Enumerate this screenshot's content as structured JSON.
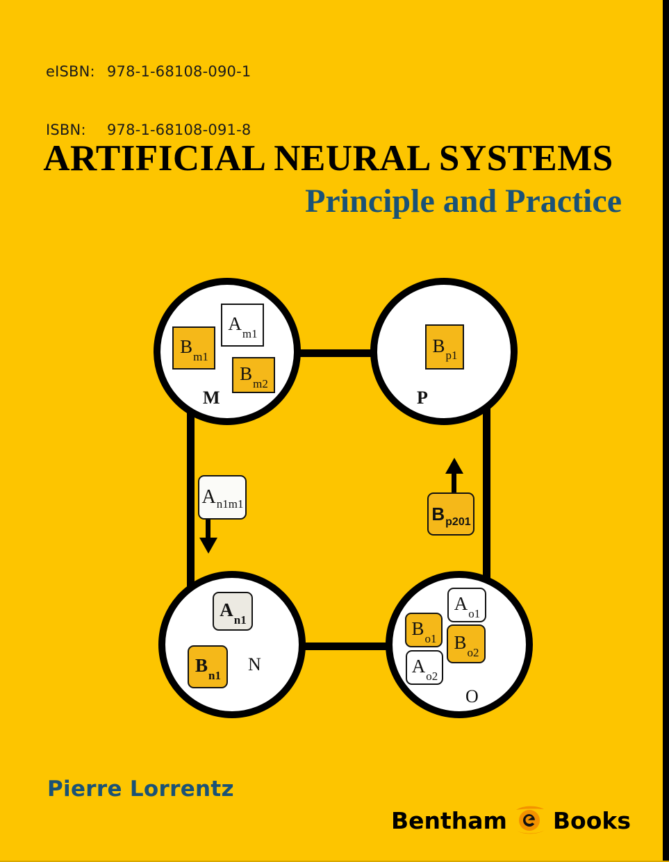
{
  "cover": {
    "background_color": "#FDC500",
    "accent_blue": "#1A5276",
    "box_yellow": "#F5B819",
    "edge_color": "#000000"
  },
  "isbn": {
    "eisbn_label": "eISBN:",
    "eisbn_value": "978-1-68108-090-1",
    "isbn_label": "ISBN:",
    "isbn_value": "978-1-68108-091-8"
  },
  "title": {
    "main": "ARTIFICIAL NEURAL SYSTEMS",
    "subtitle": "Principle and Practice"
  },
  "diagram": {
    "nodes": [
      {
        "id": "M",
        "label": "M",
        "cells": [
          {
            "base": "A",
            "sub": "m1",
            "style": "white"
          },
          {
            "base": "B",
            "sub": "m1",
            "style": "yellow"
          },
          {
            "base": "B",
            "sub": "m2",
            "style": "yellow"
          }
        ]
      },
      {
        "id": "P",
        "label": "P",
        "cells": [
          {
            "base": "B",
            "sub": "p1",
            "style": "yellow"
          }
        ]
      },
      {
        "id": "N",
        "label": "N",
        "cells": [
          {
            "base": "A",
            "sub": "n1",
            "style": "gray"
          },
          {
            "base": "B",
            "sub": "n1",
            "style": "yellow"
          }
        ]
      },
      {
        "id": "O",
        "label": "O",
        "cells": [
          {
            "base": "A",
            "sub": "o1",
            "style": "white"
          },
          {
            "base": "B",
            "sub": "o1",
            "style": "yellow"
          },
          {
            "base": "B",
            "sub": "o2",
            "style": "yellow"
          },
          {
            "base": "A",
            "sub": "o2",
            "style": "white"
          }
        ]
      }
    ],
    "edge_labels": [
      {
        "id": "left-edge-label",
        "base": "A",
        "sub": "n1m1",
        "style": "white",
        "arrow": "down"
      },
      {
        "id": "right-edge-label",
        "base": "B",
        "sub": "p201",
        "style": "yellow",
        "arrow": "up"
      }
    ]
  },
  "author": {
    "name": "Pierre Lorrentz"
  },
  "publisher": {
    "word_left": "Bentham",
    "word_right": "Books",
    "logo_letter": "e",
    "logo_color": "#F39200"
  }
}
